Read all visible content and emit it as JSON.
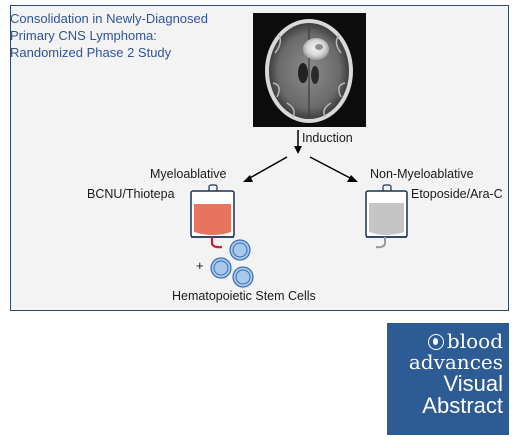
{
  "title_lines": [
    "Consolidation in Newly-Diagnosed",
    "Primary CNS Lymphoma:",
    "Randomized Phase 2 Study"
  ],
  "induction": "Induction",
  "arms": {
    "left": {
      "name": "Myeloablative",
      "regimen": "BCNU/Thiotepa"
    },
    "right": {
      "name": "Non-Myeloablative",
      "regimen": "Etoposide/Ara-C"
    }
  },
  "plus": "+",
  "stem_cells": "Hematopoietic Stem Cells",
  "logo": {
    "line1": "blood",
    "line2": "advances",
    "line3": "Visual",
    "line4": "Abstract"
  },
  "colors": {
    "title": "#2f5596",
    "frame": "#2e4a6e",
    "bag_left_fill": "#e8735e",
    "bag_right_fill": "#c5c5c5",
    "cell": "#a9c9ec",
    "cell_stroke": "#3b6db1",
    "tube": "#c0242b",
    "logo_bg": "#2d5b93"
  }
}
